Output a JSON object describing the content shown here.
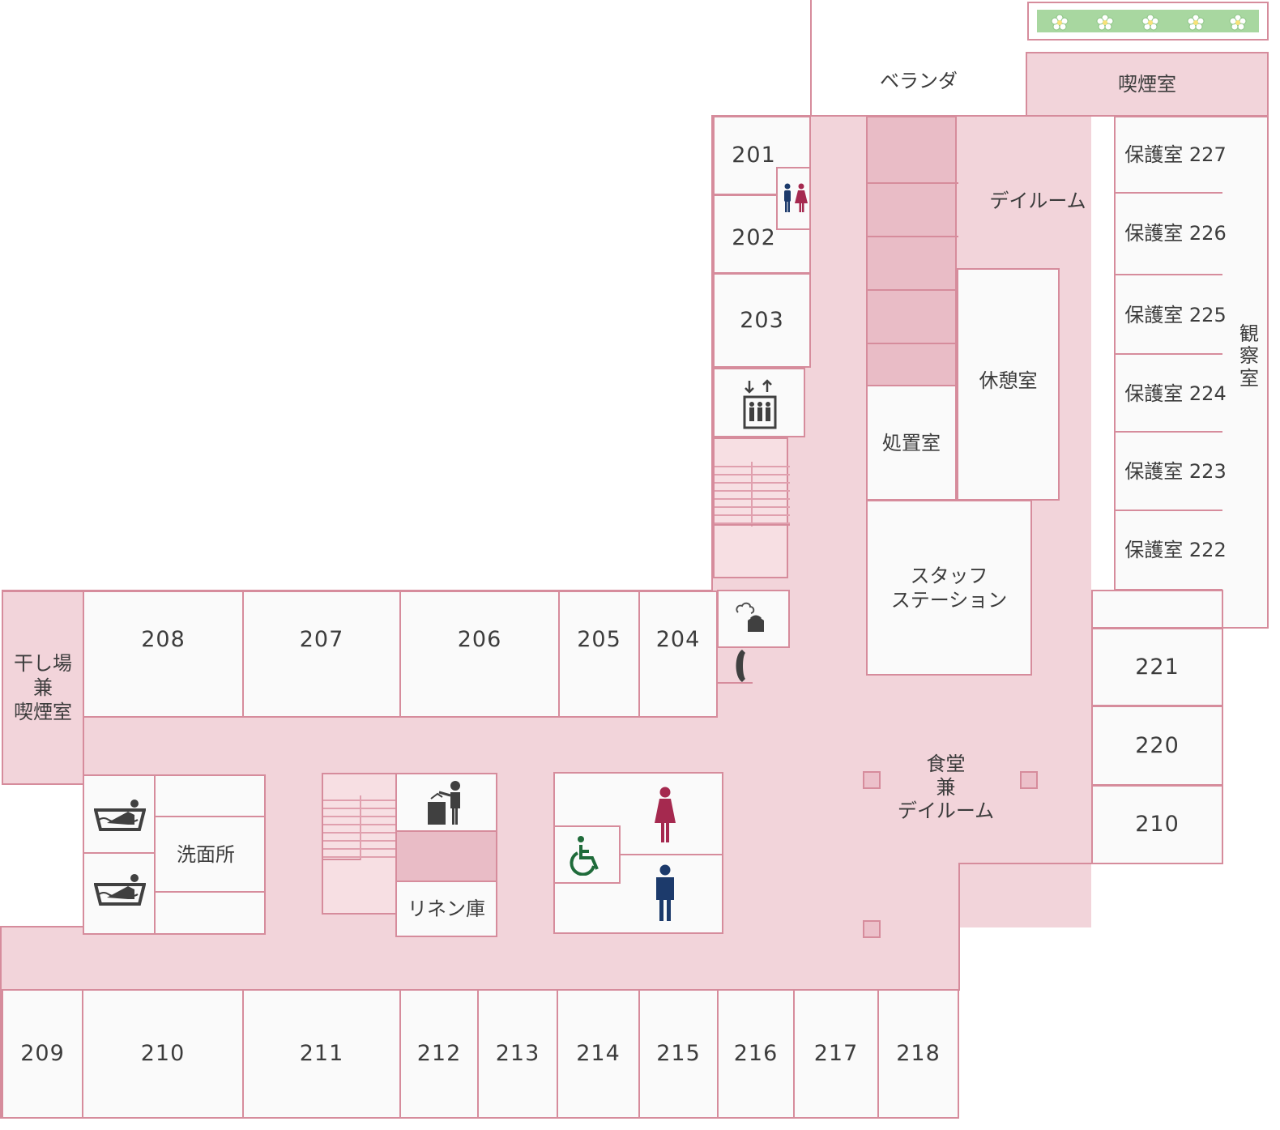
{
  "colors": {
    "corridor": "#f2d4da",
    "room_fill": "#fafafa",
    "wall": "#d68c9c",
    "stair_core": "#e9bcc6",
    "garden": "#a8d7a0",
    "male_icon": "#1c3a6b",
    "female_icon": "#a5294f",
    "accessible_icon": "#1f6b3a",
    "gray_icon": "#505050"
  },
  "rooms": {
    "r201": "201",
    "r202": "202",
    "r203": "203",
    "r204": "204",
    "r205": "205",
    "r206": "206",
    "r207": "207",
    "r208": "208",
    "r209": "209",
    "r210b": "210",
    "r211": "211",
    "r212": "212",
    "r213": "213",
    "r214": "214",
    "r215": "215",
    "r216": "216",
    "r217": "217",
    "r218": "218",
    "r221": "221",
    "r220": "220",
    "r210e": "210"
  },
  "labels": {
    "veranda": "ベランダ",
    "smoking_top": "喫煙室",
    "dayroom_top": "デイルーム",
    "protect227": "保護室 227",
    "protect226": "保護室 226",
    "protect225": "保護室 225",
    "protect224": "保護室 224",
    "protect223": "保護室 223",
    "protect222": "保護室 222",
    "observation": "観\n察\n室",
    "rest_room": "休憩室",
    "treatment": "処置室",
    "staff_station": "スタッフ\nステーション",
    "drying": "干し場\n兼\n喫煙室",
    "washroom": "洗面所",
    "linen": "リネン庫",
    "dining": "食堂\n兼\nデイルーム"
  },
  "icons": {
    "restroom": "restroom-icon",
    "elevator": "elevator-icon",
    "kettle": "kettle-icon",
    "phone": "phone-icon",
    "bath": "bath-icon",
    "laundry": "laundry-icon",
    "accessible": "wheelchair-icon",
    "female": "female-toilet-icon",
    "male": "male-toilet-icon",
    "flower": "flower-icon"
  }
}
